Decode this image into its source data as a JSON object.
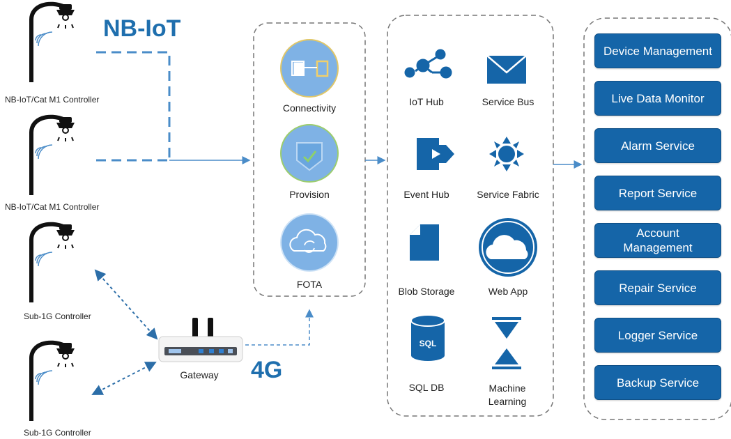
{
  "devices": {
    "nbiot_1": "NB-IoT/Cat M1 Controller",
    "nbiot_2": "NB-IoT/Cat M1 Controller",
    "sub1g_1": "Sub-1G Controller",
    "sub1g_2": "Sub-1G Controller"
  },
  "links": {
    "nbiot": "NB-IoT",
    "lte": "4G"
  },
  "gateway": {
    "label": "Gateway"
  },
  "edge": {
    "items": [
      {
        "label": "Connectivity",
        "icon": "connectivity-icon"
      },
      {
        "label": "Provision",
        "icon": "shield-check-icon"
      },
      {
        "label": "FOTA",
        "icon": "cloud-sync-icon"
      }
    ]
  },
  "cloud": {
    "items": [
      {
        "label": "IoT Hub",
        "icon": "iot-hub-icon"
      },
      {
        "label": "Service Bus",
        "icon": "envelope-icon"
      },
      {
        "label": "Event Hub",
        "icon": "event-hub-icon"
      },
      {
        "label": "Service Fabric",
        "icon": "service-fabric-icon"
      },
      {
        "label": "Blob Storage",
        "icon": "document-icon"
      },
      {
        "label": "Web App",
        "icon": "cloud-icon"
      },
      {
        "label": "SQL DB",
        "icon": "sql-database-icon"
      },
      {
        "label": "Machine Learning",
        "icon": "hourglass-icon"
      }
    ],
    "sql_text": "SQL"
  },
  "services": [
    "Device Management",
    "Live Data Monitor",
    "Alarm Service",
    "Report Service",
    "Account Management",
    "Repair Service",
    "Logger Service",
    "Backup Service"
  ],
  "colors": {
    "primary": "#1565a8",
    "accent": "#1f6fae",
    "circle": "#7fb2e5",
    "line": "#4a8cc8"
  }
}
